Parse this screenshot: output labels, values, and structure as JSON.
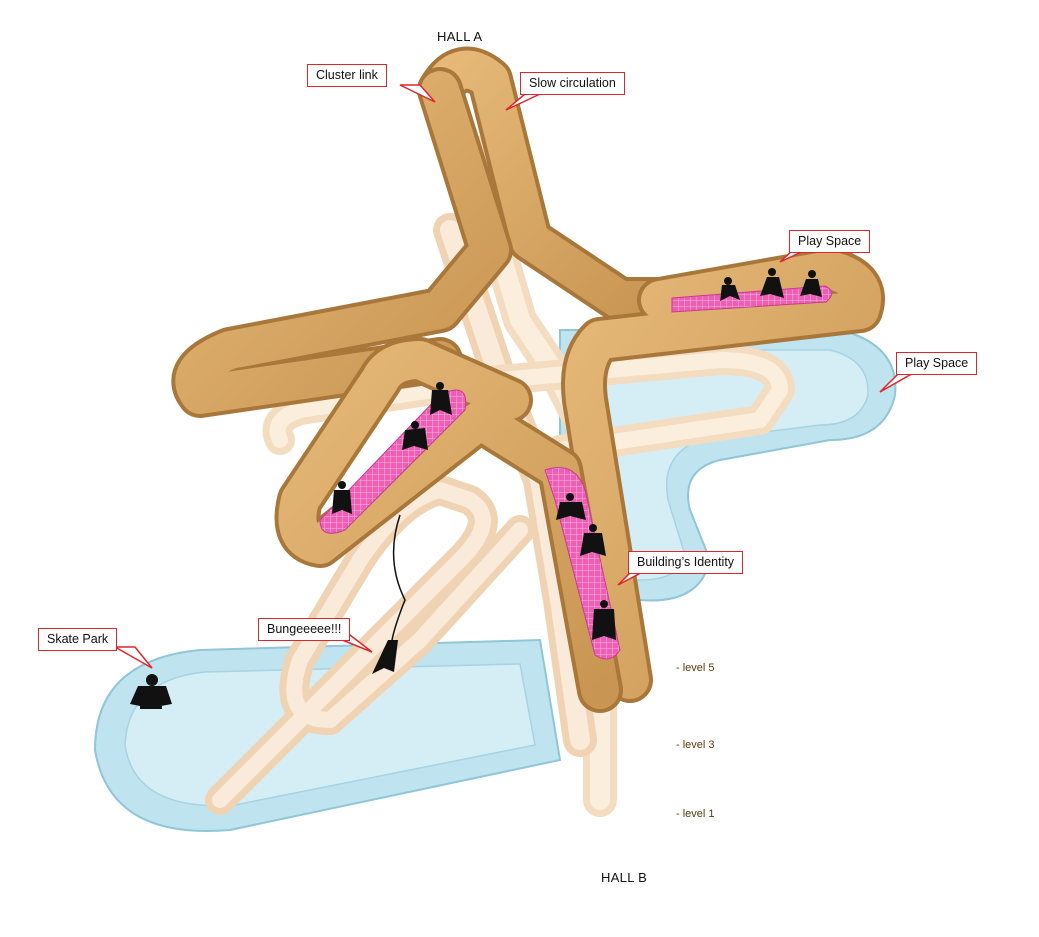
{
  "halls": {
    "top": "HALL A",
    "bottom": "HALL B"
  },
  "callouts": {
    "cluster_link": "Cluster link",
    "slow_circulation": "Slow circulation",
    "play_space_upper": "Play Space",
    "play_space_lower": "Play Space",
    "buildings_identity": "Building’s Identity",
    "bungee": "Bungeeeee!!!",
    "skate_park": "Skate Park"
  },
  "levels": [
    "- level 5",
    "- level 3",
    "- level 1"
  ],
  "colors": {
    "wood": "#d9a866",
    "wood_dark": "#a9773a",
    "wood_pale": "#f3dcc0",
    "pool": "#bfe3ef",
    "pool_edge": "#8fc6d8",
    "trampoline": "#ec5fb4",
    "callout_border": "#e0262b",
    "figure": "#111111"
  }
}
